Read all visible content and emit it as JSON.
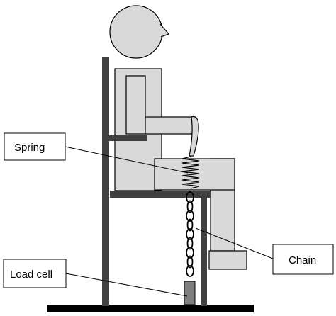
{
  "labels": {
    "spring": "Spring",
    "chain": "Chain",
    "load_cell": "Load cell"
  },
  "colors": {
    "figure_fill": "#d9d9d9",
    "outline": "#000000",
    "chair": "#404040",
    "floor": "#000000",
    "load_cell": "#7f7f7f",
    "background": "#ffffff"
  },
  "icons": {
    "spring": "spring-icon",
    "chain": "chain-icon",
    "load_cell": "load-cell-icon"
  }
}
